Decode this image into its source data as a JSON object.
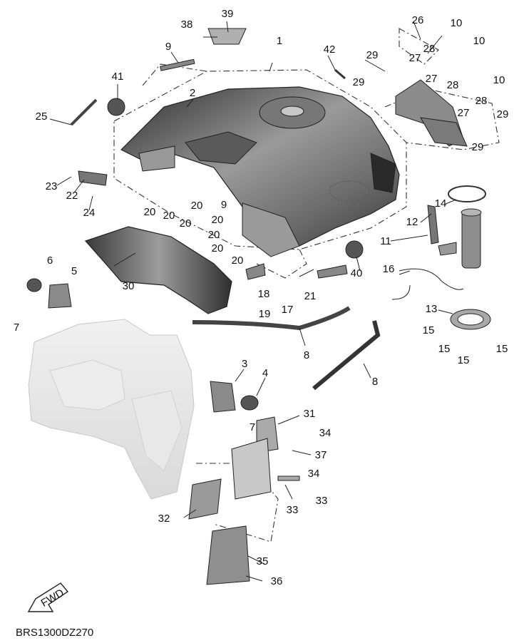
{
  "diagram": {
    "drawing_code": "BRS1300DZ270",
    "fwd_label": "FWD",
    "callouts": [
      "1",
      "2",
      "3",
      "4",
      "5",
      "6",
      "7",
      "7",
      "8",
      "8",
      "9",
      "9",
      "10",
      "10",
      "10",
      "11",
      "12",
      "13",
      "14",
      "15",
      "15",
      "15",
      "15",
      "16",
      "17",
      "18",
      "19",
      "20",
      "20",
      "20",
      "20",
      "20",
      "20",
      "20",
      "20",
      "21",
      "22",
      "23",
      "24",
      "25",
      "26",
      "27",
      "27",
      "27",
      "28",
      "28",
      "28",
      "29",
      "29",
      "29",
      "29",
      "30",
      "31",
      "32",
      "33",
      "33",
      "34",
      "34",
      "35",
      "36",
      "37",
      "38",
      "39",
      "40",
      "41",
      "42"
    ]
  },
  "colors": {
    "line": "#222222",
    "tank_dark": "#3a3a3a",
    "tank_mid": "#8a8a8a",
    "tank_light": "#bdbdbd",
    "frame_ghost": "#e2e2e2",
    "part_gray": "#6e6e6e"
  }
}
